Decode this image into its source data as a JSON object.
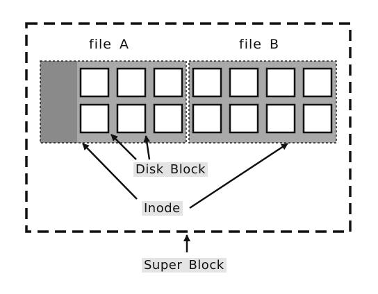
{
  "labels": {
    "file_a": "file A",
    "file_b": "file B",
    "disk_block": "Disk Block",
    "inode": "Inode",
    "super_block": "Super Block"
  },
  "structure": {
    "file_a_block_rows": 2,
    "file_a_block_cols": 3,
    "file_b_block_rows": 2,
    "file_b_block_cols": 4
  },
  "colors": {
    "inode_fill": "#8a8a8a",
    "file_region_fill": "#a9a9a9",
    "block_fill": "#ffffff",
    "tag_background": "#e4e4e4",
    "stroke": "#111111"
  }
}
